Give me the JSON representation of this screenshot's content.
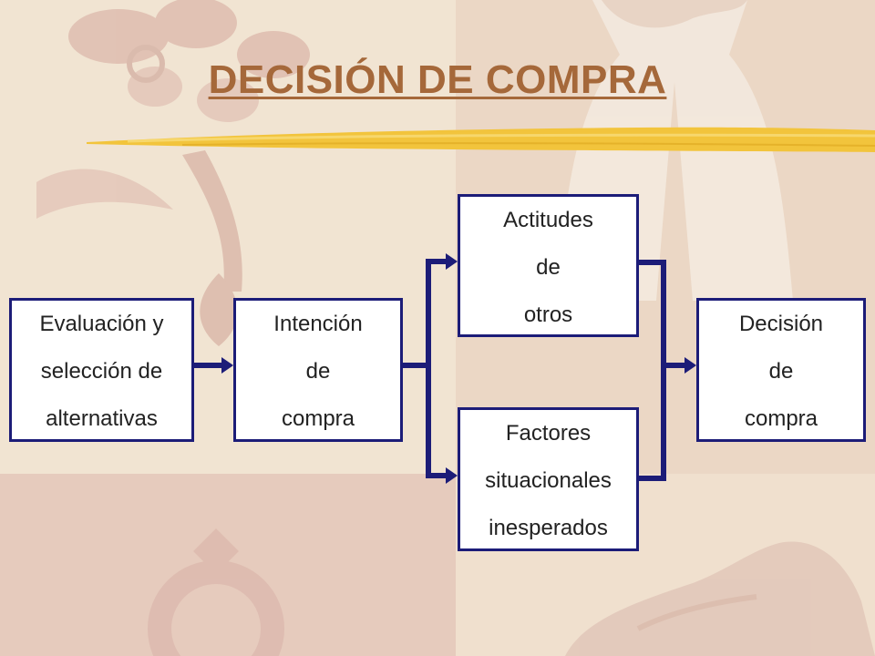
{
  "title": "DECISIÓN DE COMPRA",
  "colors": {
    "title": "#a5683a",
    "box_border": "#1c1c78",
    "arrow": "#1c1c78",
    "brush_stroke": "#f2c43c",
    "background": "#efe2d0"
  },
  "boxes": {
    "evaluacion": {
      "lines": [
        "Evaluación y",
        "selección de",
        "alternativas"
      ]
    },
    "intencion": {
      "lines": [
        "Intención",
        "de",
        "compra"
      ]
    },
    "actitudes": {
      "lines": [
        "Actitudes",
        "de",
        "otros"
      ]
    },
    "factores": {
      "lines": [
        "Factores",
        "situacionales",
        "inesperados"
      ]
    },
    "decision": {
      "lines": [
        "Decisión",
        "de",
        "compra"
      ]
    }
  },
  "decorations": [
    "flower-illustration",
    "dress-illustration",
    "ring-illustration",
    "shoe-illustration",
    "brush-stroke"
  ]
}
